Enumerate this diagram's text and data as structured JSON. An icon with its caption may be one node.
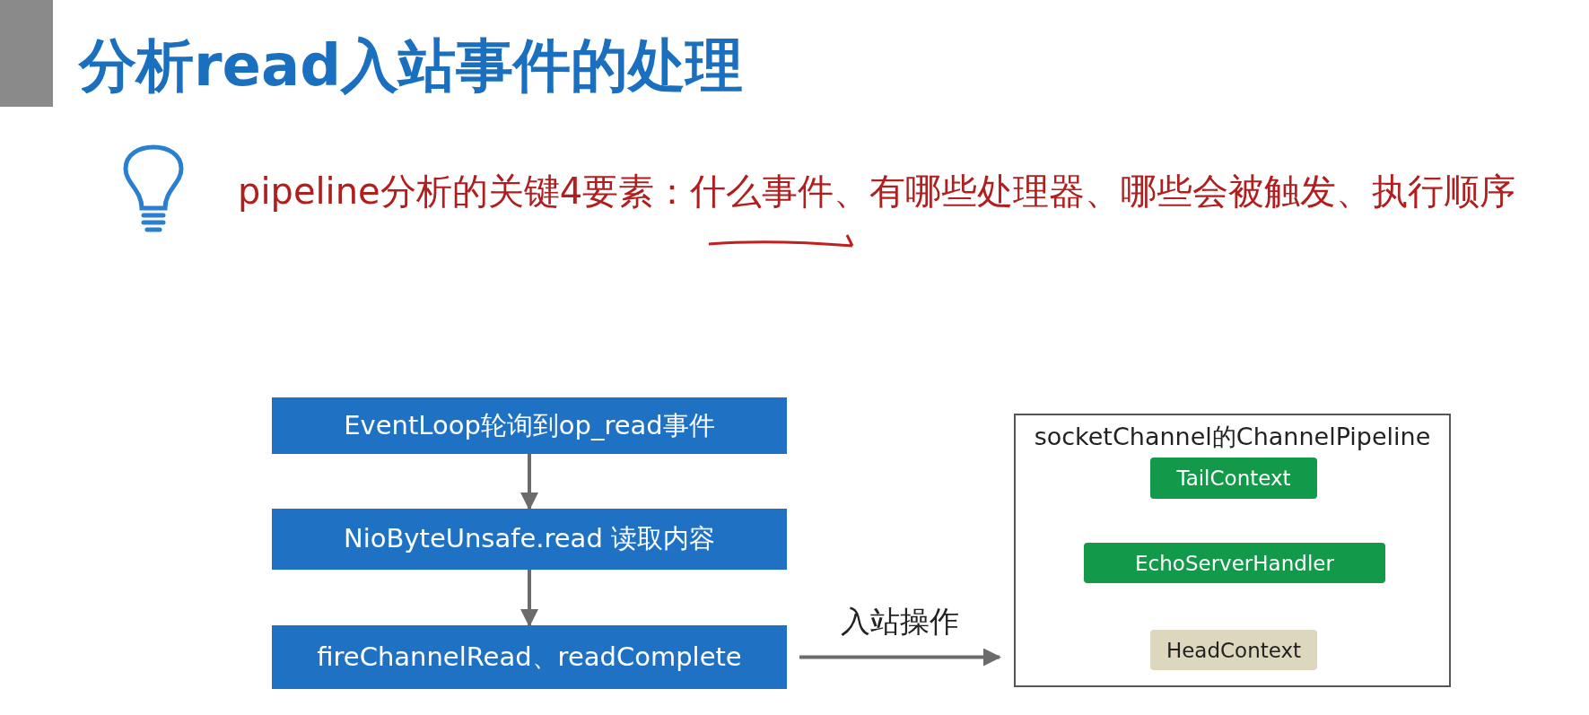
{
  "diagram": {
    "title": "分析read入站事件的处理",
    "nodes": [
      {
        "text": [
          "EventLoop轮询到op_read事件"
        ]
      },
      {
        "text": [
          "NioByteUnsafe.read 读取内容"
        ]
      },
      {
        "text": [
          "fireChannelRead、readComplete"
        ]
      },
      {
        "text": [
          "socketChannel的ChannelPipeline"
        ]
      },
      {
        "text": [
          "TailContext"
        ],
        "in": 3
      },
      {
        "text": [
          "EchoServerHandler"
        ],
        "in": 3
      },
      {
        "text": [
          "HeadContext"
        ],
        "in": 3
      }
    ],
    "edges": [
      {
        "from": 0,
        "to": 1,
        "arrow": "to"
      },
      {
        "from": 1,
        "to": 2,
        "arrow": "to"
      },
      {
        "from": 2,
        "to": 3,
        "arrow": "to",
        "label": "入站操作"
      }
    ],
    "labels": [
      "pipeline分析的关键4要素：什么事件、有哪些处理器、哪些会被触发、执行顺序"
    ]
  }
}
